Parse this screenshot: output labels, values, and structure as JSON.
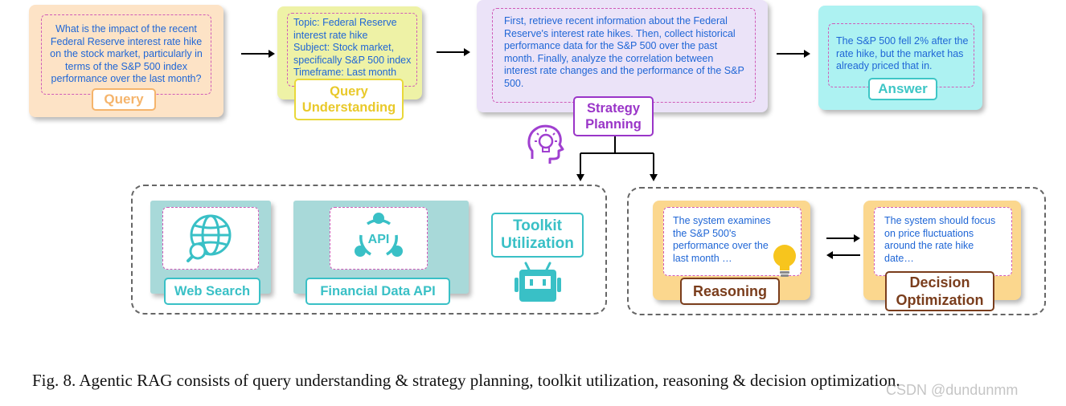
{
  "query": {
    "text": "What is the impact of the recent Federal Reserve interest rate hike on the stock market, particularly in terms of the S&P 500 index performance over the last month?",
    "label": "Query"
  },
  "understanding": {
    "line1": "Topic: Federal Reserve",
    "line2": "interest rate hike",
    "line3": "Subject: Stock market,",
    "line4": "specifically S&P 500 index",
    "line5": "Timeframe: Last month",
    "label_line1": "Query",
    "label_line2": "Understanding"
  },
  "strategy": {
    "text": "First, retrieve recent information about the Federal Reserve's interest rate hikes. Then, collect historical performance data for the S&P 500 over the past month. Finally, analyze the correlation between interest rate changes and the performance of the S&P 500.",
    "label_line1": "Strategy",
    "label_line2": "Planning"
  },
  "answer": {
    "text": "The S&P 500 fell 2% after the rate hike, but the market has already priced that in.",
    "label": "Answer"
  },
  "toolkit": {
    "web_search_label": "Web Search",
    "financial_api_label": "Financial Data API",
    "api_icon_text": "API",
    "title_line1": "Toolkit",
    "title_line2": "Utilization"
  },
  "reasoning": {
    "text": "The system examines the S&P 500's performance over the last month …",
    "label": "Reasoning"
  },
  "decision": {
    "text": "The system should focus on price fluctuations around the rate hike date…",
    "label_line1": "Decision",
    "label_line2": "Optimization"
  },
  "caption": "Fig. 8.  Agentic RAG consists of query understanding & strategy planning, toolkit utilization, reasoning & decision optimization.",
  "watermark": "CSDN @dundunmm",
  "colors": {
    "query_bg": "#fde3c6",
    "query_accent": "#f5b46b",
    "understanding_bg": "#eef2a6",
    "understanding_accent": "#e9d83a",
    "strategy_bg": "#ebe3f8",
    "strategy_accent": "#9a35c8",
    "answer_bg": "#adf2f2",
    "answer_accent": "#3ec6c6",
    "toolkit_bg": "#a8d9d9",
    "toolkit_accent": "#39c0c6",
    "reason_bg": "#fbd78e",
    "reason_accent": "#7a3d1c",
    "text_blue": "#1f66d6"
  },
  "icons": [
    "head-lightbulb-icon",
    "globe-search-icon",
    "api-network-icon",
    "robot-icon",
    "lightbulb-icon"
  ]
}
